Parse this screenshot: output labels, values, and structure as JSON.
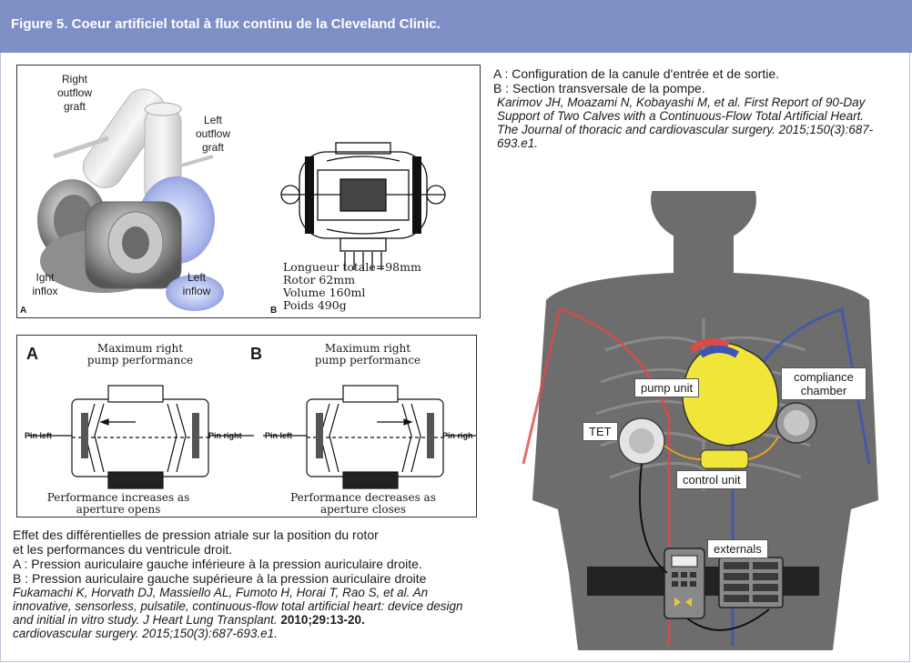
{
  "header": {
    "title": "Figure 5. Coeur artificiel total à flux continu de la Cleveland Clinic."
  },
  "panel_top_left": {
    "labels": {
      "right_outflow": "Right outflow graft",
      "left_outflow": "Left outflow graft",
      "right_inflow": "Ight inflox",
      "left_inflow": "Left inflow",
      "corner_a": "A",
      "corner_b": "B"
    },
    "specs": [
      "Longueur totale=98mm",
      "Rotor 62mm",
      "Volume 160ml",
      "Poids 490g"
    ]
  },
  "panel_pump": {
    "a": {
      "letter": "A",
      "top_caption": "Maximum right pump performance",
      "bottom_caption": "Performance increases as aperture opens",
      "pin_left": "Pin left",
      "pin_right": "Pin right"
    },
    "b": {
      "letter": "B",
      "top_caption": "Maximum right pump performance",
      "bottom_caption": "Performance decreases as aperture closes",
      "pin_left": "Pin left",
      "pin_right": "Pin righ"
    }
  },
  "bottom_text": {
    "line1": "Effet des différentielles de pression atriale sur la position du rotor",
    "line2": "et les performances du ventricule droit.",
    "line3": "A : Pression auriculaire gauche inférieure à la pression auriculaire droite.",
    "line4": "B : Pression auriculaire gauche supérieure à la pression auriculaire droite",
    "ref_italic": "Fukamachi K, Horvath DJ, Massiello AL, Fumoto H, Horai T, Rao S, et al. An innovative, sensorless, pulsatile, continuous-flow total artificial heart: device design and initial in vitro study. J Heart Lung Transplant.",
    "ref_bold": " 2010;29:13-20.",
    "ref_tail": "cardiovascular surgery. 2015;150(3):687-693.e1."
  },
  "right_caption": {
    "line1": "A : Configuration de la canule d'entrée et de sortie.",
    "line2": "B : Section transversale de la pompe.",
    "ref": "Karimov JH, Moazami N, Kobayashi M, et al. First Report of 90-Day Support of Two Calves with a Continuous-Flow Total Artificial Heart. The Journal of thoracic and cardiovascular surgery. 2015;150(3):687-693.e1."
  },
  "torso": {
    "pump_unit": "pump unit",
    "compliance_chamber": "compliance chamber",
    "tet": "TET",
    "control_unit": "control unit",
    "externals": "externals"
  },
  "colors": {
    "header": "#7e8fc6",
    "heart": "#f2e53a",
    "artery": "#d94a4a",
    "vein": "#3b55b5",
    "skin": "#6d6d6d"
  }
}
